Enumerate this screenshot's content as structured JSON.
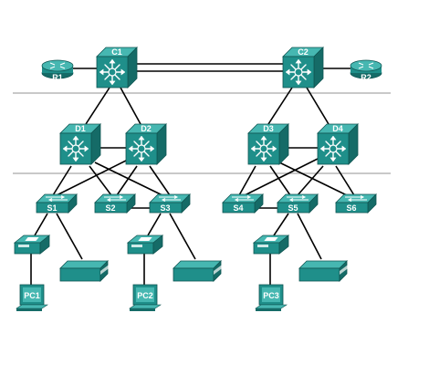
{
  "colors": {
    "device_face": "#1f8f8a",
    "device_top": "#46b7b1",
    "device_side": "#156b67",
    "divider": "#a9a9a9",
    "link": "#000000",
    "label": "#ffffff"
  },
  "core": {
    "C1": "C1",
    "C2": "C2"
  },
  "routers": {
    "R1": "R1",
    "R2": "R2"
  },
  "distribution": {
    "D1": "D1",
    "D2": "D2",
    "D3": "D3",
    "D4": "D4"
  },
  "access": {
    "S1": "S1",
    "S2": "S2",
    "S3": "S3",
    "S4": "S4",
    "S5": "S5",
    "S6": "S6"
  },
  "pcs": {
    "PC1": "PC1",
    "PC2": "PC2",
    "PC3": "PC3"
  },
  "icons": {
    "router": "router-icon",
    "multilayer_switch": "multilayer-switch-icon",
    "workgroup_switch": "workgroup-switch-icon",
    "ip_phone": "ip-phone-icon",
    "printer": "printer-icon",
    "pc": "pc-icon"
  }
}
